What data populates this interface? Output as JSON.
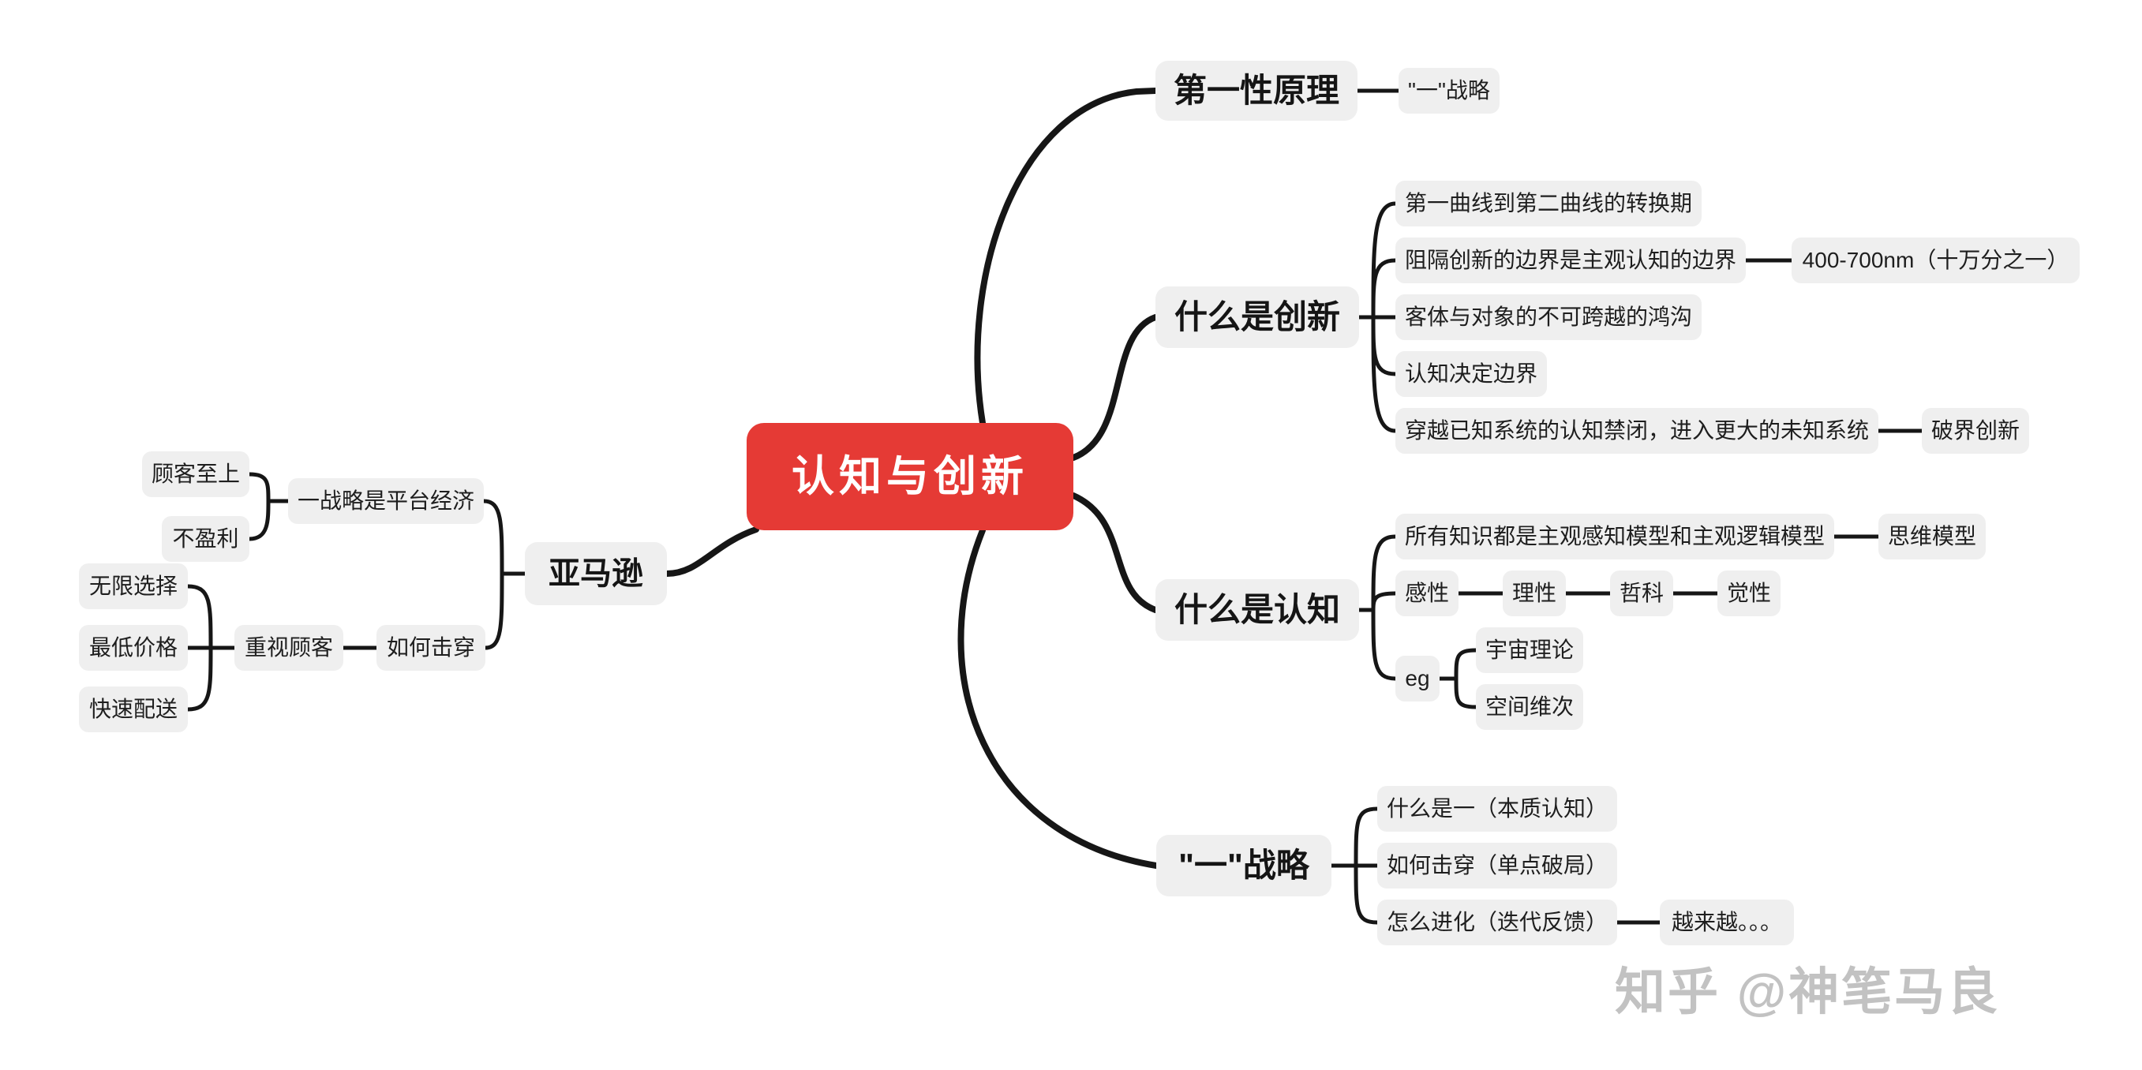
{
  "colors": {
    "root_bg": "#e53a35",
    "root_text": "#ffffff",
    "node_bg": "#efefef",
    "node_text": "#1e1e1e",
    "edge": "#161616",
    "watermark_text_color": "#c2c2c2",
    "canvas_bg": "#ffffff"
  },
  "watermark": {
    "text": "知乎 @神笔马良"
  },
  "mindmap": {
    "root": {
      "label": "认知与创新"
    },
    "branches": [
      {
        "label": "第一性原理",
        "children": [
          {
            "label": "\"一\"战略"
          }
        ]
      },
      {
        "label": "什么是创新",
        "children": [
          {
            "label": "第一曲线到第二曲线的转换期"
          },
          {
            "label": "阻隔创新的边界是主观认知的边界",
            "children": [
              {
                "label": "400-700nm（十万分之一）"
              }
            ]
          },
          {
            "label": "客体与对象的不可跨越的鸿沟"
          },
          {
            "label": "认知决定边界"
          },
          {
            "label": "穿越已知系统的认知禁闭，进入更大的未知系统",
            "children": [
              {
                "label": "破界创新"
              }
            ]
          }
        ]
      },
      {
        "label": "什么是认知",
        "children": [
          {
            "label": "所有知识都是主观感知模型和主观逻辑模型",
            "children": [
              {
                "label": "思维模型"
              }
            ]
          },
          {
            "label": "感性",
            "children": [
              {
                "label": "理性",
                "children": [
                  {
                    "label": "哲科",
                    "children": [
                      {
                        "label": "觉性"
                      }
                    ]
                  }
                ]
              }
            ]
          },
          {
            "label": "eg",
            "children": [
              {
                "label": "宇宙理论"
              },
              {
                "label": "空间维次"
              }
            ]
          }
        ]
      },
      {
        "label": "\"一\"战略",
        "children": [
          {
            "label": "什么是一（本质认知）"
          },
          {
            "label": "如何击穿（单点破局）"
          },
          {
            "label": "怎么进化（迭代反馈）",
            "children": [
              {
                "label": "越来越。。。"
              }
            ]
          }
        ]
      },
      {
        "label": "亚马逊",
        "children": [
          {
            "label": "一战略是平台经济",
            "children": [
              {
                "label": "顾客至上"
              },
              {
                "label": "不盈利"
              }
            ]
          },
          {
            "label": "如何击穿",
            "children": [
              {
                "label": "重视顾客",
                "children": [
                  {
                    "label": "无限选择"
                  },
                  {
                    "label": "最低价格"
                  },
                  {
                    "label": "快速配送"
                  }
                ]
              }
            ]
          }
        ]
      }
    ]
  }
}
